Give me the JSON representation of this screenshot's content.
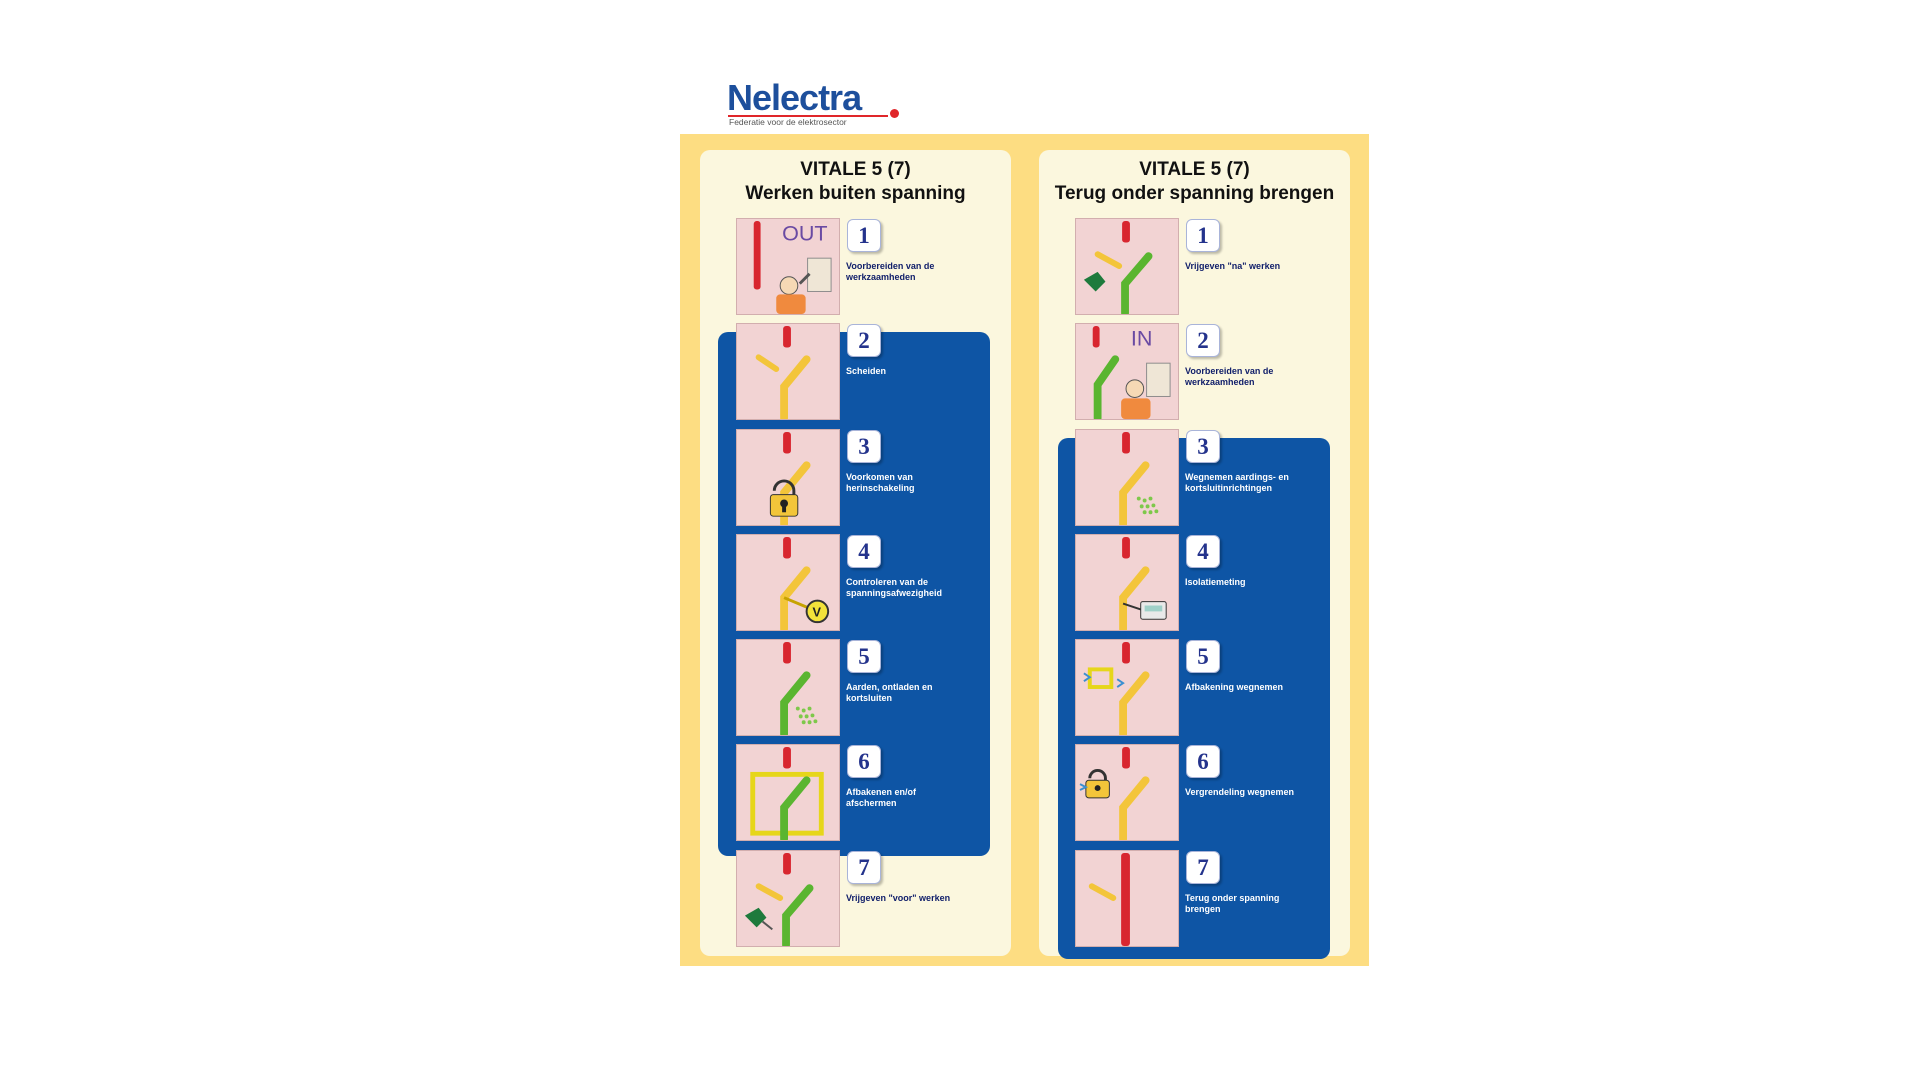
{
  "logo": {
    "name": "Nelectra",
    "tagline": "Federatie voor de elektrosector"
  },
  "colors": {
    "poster_background": "#fddd82",
    "panel_background": "#fbf7de",
    "highlight_block": "#0e55a5",
    "picture_background": "#f2d3d3",
    "conductor_live": "#d8262f",
    "conductor_dead": "#f3c53a",
    "conductor_earthed": "#5ab530",
    "number_text": "#24338c"
  },
  "left": {
    "title_line1": "VITALE 5 (7)",
    "title_line2": "Werken buiten spanning",
    "steps": [
      {
        "number": "1",
        "label": "Voorbereiden van de werkzaamheden",
        "picture_text": "OUT",
        "icon": "worker-out-icon"
      },
      {
        "number": "2",
        "label": "Scheiden",
        "icon": "disconnect-icon"
      },
      {
        "number": "3",
        "label": "Voorkomen van herinschakeling",
        "icon": "padlock-icon"
      },
      {
        "number": "4",
        "label": "Controleren van de spanningsafwezigheid",
        "picture_text": "V",
        "icon": "voltage-tester-icon"
      },
      {
        "number": "5",
        "label": "Aarden, ontladen en kortsluiten",
        "icon": "earthing-icon"
      },
      {
        "number": "6",
        "label": "Afbakenen en/of afschermen",
        "icon": "barrier-frame-icon"
      },
      {
        "number": "7",
        "label": "Vrijgeven \"voor\" werken",
        "icon": "release-hand-icon"
      }
    ]
  },
  "right": {
    "title_line1": "VITALE 5 (7)",
    "title_line2": "Terug onder spanning brengen",
    "steps": [
      {
        "number": "1",
        "label": "Vrijgeven \"na\" werken",
        "icon": "release-hand-icon"
      },
      {
        "number": "2",
        "label": "Voorbereiden van de werkzaamheden",
        "picture_text": "IN",
        "icon": "worker-in-icon"
      },
      {
        "number": "3",
        "label": "Wegnemen aardings- en kortsluitinrichtingen",
        "icon": "remove-earthing-icon"
      },
      {
        "number": "4",
        "label": "Isolatiemeting",
        "icon": "insulation-meter-icon"
      },
      {
        "number": "5",
        "label": "Afbakening wegnemen",
        "icon": "remove-barrier-icon"
      },
      {
        "number": "6",
        "label": "Vergrendeling wegnemen",
        "icon": "remove-lock-icon"
      },
      {
        "number": "7",
        "label": "Terug onder spanning brengen",
        "icon": "reconnect-icon"
      }
    ]
  }
}
